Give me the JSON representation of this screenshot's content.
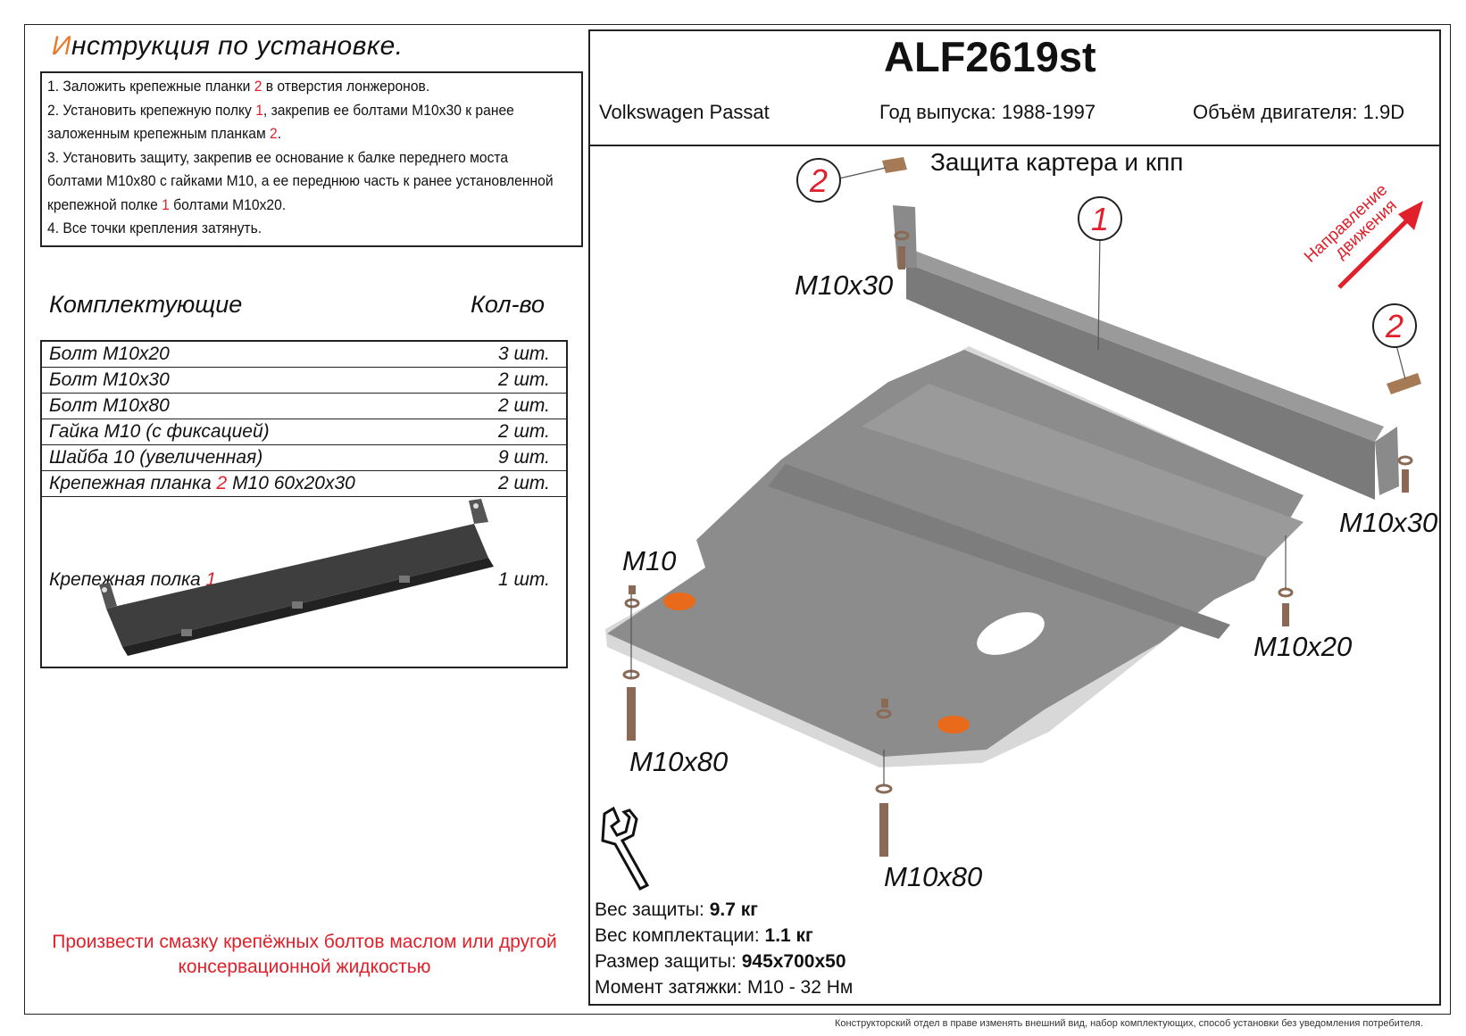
{
  "instructions": {
    "title_first": "И",
    "title_rest": "нструкция по установке.",
    "steps": [
      {
        "a": "1. Заложить крепежные планки ",
        "r": "2",
        "b": " в отверстия лонжеронов."
      },
      {
        "a": "2. Установить крепежную полку ",
        "r": "1",
        "b": ", закрепив ее болтами M10x30 к ранее"
      },
      {
        "a": "заложенным крепежным планкам ",
        "r": "2",
        "b": "."
      },
      {
        "a": "3. Установить защиту, закрепив ее основание к балке переднего моста",
        "r": "",
        "b": ""
      },
      {
        "a": "болтами M10x80 с гайками M10, а ее переднюю часть к ранее установленной",
        "r": "",
        "b": ""
      },
      {
        "a": "крепежной полке ",
        "r": "1",
        "b": " болтами M10x20."
      },
      {
        "a": "4. Все точки крепления затянуть.",
        "r": "",
        "b": ""
      }
    ]
  },
  "components": {
    "header": "Комплектующие",
    "qty_header": "Кол-во",
    "rows": [
      {
        "a": "Болт M10x20",
        "r": "",
        "b": "",
        "qty": "3 шт."
      },
      {
        "a": "Болт M10x30",
        "r": "",
        "b": "",
        "qty": "2 шт."
      },
      {
        "a": "Болт M10x80",
        "r": "",
        "b": "",
        "qty": "2 шт."
      },
      {
        "a": "Гайка M10 (с фиксацией)",
        "r": "",
        "b": "",
        "qty": "2 шт."
      },
      {
        "a": "Шайба 10 (увеличенная)",
        "r": "",
        "b": "",
        "qty": "9 шт."
      },
      {
        "a": "Крепежная планка ",
        "r": "2",
        "b": " M10 60x20x30",
        "qty": "2 шт."
      }
    ],
    "shelf": {
      "a": "Крепежная полка ",
      "r": "1",
      "qty": "1 шт."
    }
  },
  "note": "Произвести смазку крепёжных болтов маслом или другой консервационной жидкостью",
  "header": {
    "code": "ALF2619st",
    "car": "Volkswagen Passat",
    "year": "Год выпуска: 1988-1997",
    "engine": "Объём двигателя: 1.9D"
  },
  "drawing": {
    "title": "Защита картера и кпп",
    "direction_line1": "Направление",
    "direction_line2": "движения",
    "callouts": [
      "2",
      "1",
      "2"
    ],
    "labels": [
      "M10x30",
      "M10x30",
      "M10",
      "M10x20",
      "M10x80",
      "M10x80"
    ]
  },
  "specs": [
    {
      "label": "Вес защиты: ",
      "value": "9.7 кг"
    },
    {
      "label": "Вес комплектации: ",
      "value": "1.1 кг"
    },
    {
      "label": "Размер защиты: ",
      "value": "945x700x50"
    },
    {
      "label": "Момент затяжки:  ",
      "value": "M10 - 32 Нм"
    }
  ],
  "disclaimer": "Конструкторский отдел в праве изменять внешний вид, набор комплектующих, способ установки без уведомления потребителя.",
  "colors": {
    "accent_red": "#e0202a",
    "title_orange": "#e87a2c",
    "plate_gray": "#8c8c8c",
    "bolt_brown": "#8a6a55"
  }
}
